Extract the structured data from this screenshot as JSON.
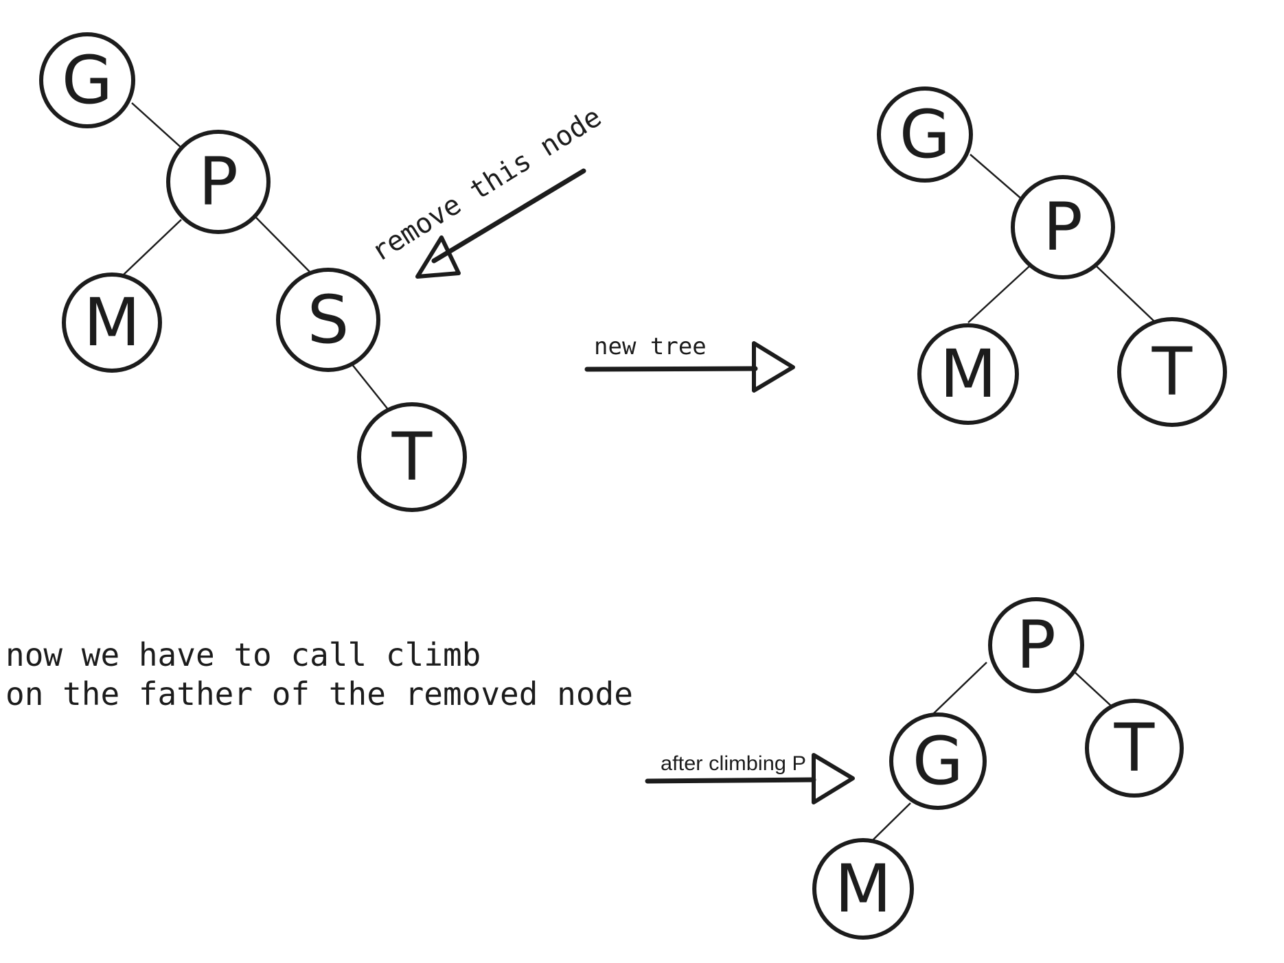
{
  "colors": {
    "ink": "#1c1c1c",
    "background": "#ffffff"
  },
  "tree_before": {
    "nodes": [
      "G",
      "P",
      "M",
      "S",
      "T"
    ]
  },
  "tree_after_removal": {
    "nodes": [
      "G",
      "P",
      "M",
      "T"
    ]
  },
  "tree_after_climb": {
    "nodes": [
      "P",
      "G",
      "T",
      "M"
    ]
  },
  "annotations": {
    "remove_label": "remove this node",
    "new_tree_label": "new tree",
    "after_climbing_label": "after climbing P",
    "note_line_1": "now we have to call climb",
    "note_line_2": "on the father of the removed node"
  }
}
